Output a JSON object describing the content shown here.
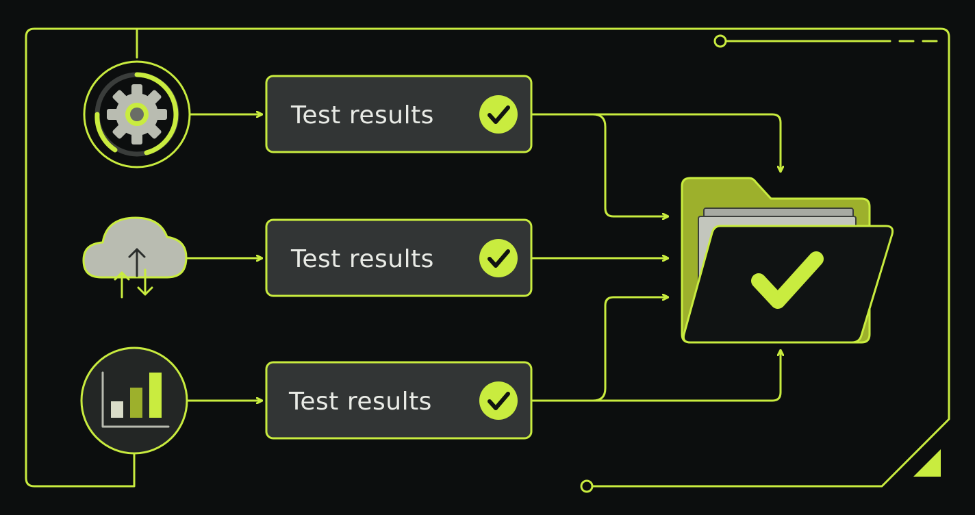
{
  "colors": {
    "background": "#0c0e0e",
    "accent": "#c9ec3f",
    "card_fill": "#323535",
    "icon_gray": "#b9bcb1",
    "text": "#e9ebe6"
  },
  "sources": [
    {
      "icon": "gear-icon"
    },
    {
      "icon": "cloud-sync-icon"
    },
    {
      "icon": "bar-chart-icon"
    }
  ],
  "results": [
    {
      "label": "Test results",
      "status_icon": "check-circle-icon"
    },
    {
      "label": "Test results",
      "status_icon": "check-circle-icon"
    },
    {
      "label": "Test results",
      "status_icon": "check-circle-icon"
    }
  ],
  "destination": {
    "icon": "folder-check-icon"
  }
}
